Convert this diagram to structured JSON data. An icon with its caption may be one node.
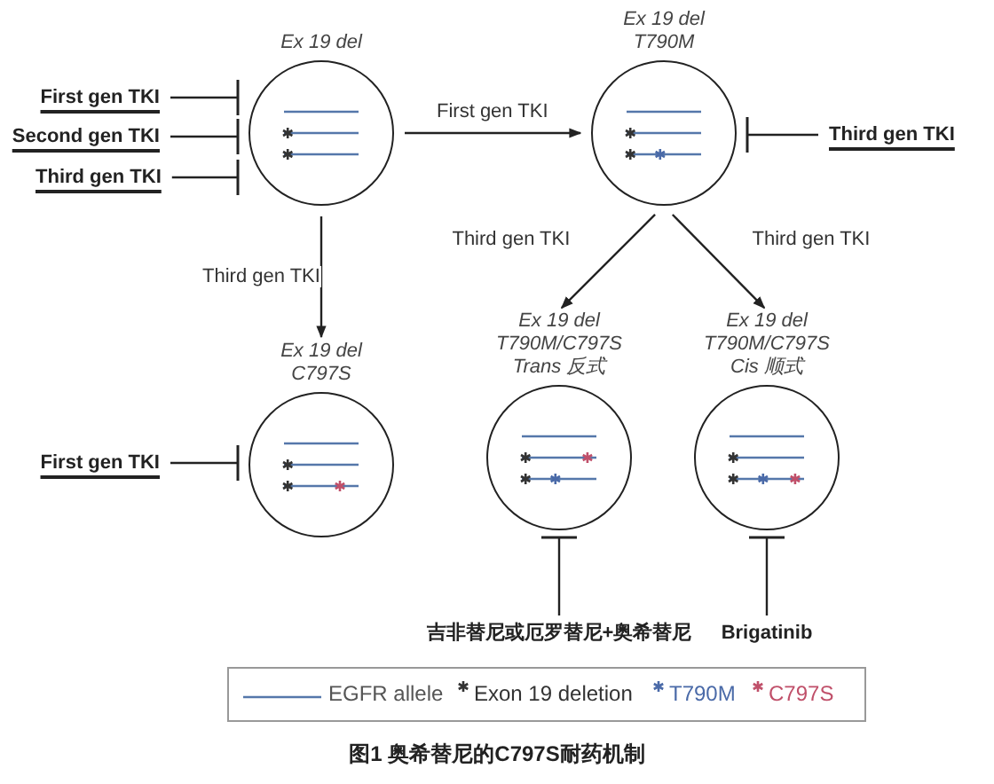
{
  "diagram": {
    "caption": "图1 奥希替尼的C797S耐药机制",
    "nodes": [
      {
        "text": [
          "Ex 19 del"
        ]
      },
      {
        "text": [
          "Ex 19 del T790M"
        ]
      },
      {
        "text": [
          "Ex 19 del C797S"
        ]
      },
      {
        "text": [
          "Ex 19 del T790M/C797S Trans 反式"
        ]
      },
      {
        "text": [
          "Ex 19 del T790M/C797S Cis 顺式"
        ]
      },
      {
        "text": [
          "First gen TKI"
        ]
      },
      {
        "text": [
          "Second gen TKI"
        ]
      },
      {
        "text": [
          "Third gen TKI"
        ]
      },
      {
        "text": [
          "Third gen TKI"
        ]
      },
      {
        "text": [
          "First gen TKI"
        ]
      },
      {
        "text": [
          "吉非替尼或厄罗替尼+奥希替尼"
        ]
      },
      {
        "text": [
          "Brigatinib"
        ]
      }
    ],
    "edges": [
      {
        "from": 0,
        "to": 1,
        "arrow": "to",
        "label": "First gen TKI"
      },
      {
        "from": 0,
        "to": 2,
        "arrow": "to",
        "label": "Third gen TKI"
      },
      {
        "from": 1,
        "to": 3,
        "arrow": "to",
        "label": "Third gen TKI"
      },
      {
        "from": 1,
        "to": 4,
        "arrow": "to",
        "label": "Third gen TKI"
      },
      {
        "from": 5,
        "to": 0,
        "arrow": "other"
      },
      {
        "from": 6,
        "to": 0,
        "arrow": "other"
      },
      {
        "from": 7,
        "to": 0,
        "arrow": "other"
      },
      {
        "from": 8,
        "to": 1,
        "arrow": "other"
      },
      {
        "from": 9,
        "to": 2,
        "arrow": "other"
      },
      {
        "from": 10,
        "to": 3,
        "arrow": "other"
      },
      {
        "from": 11,
        "to": 4,
        "arrow": "other"
      }
    ],
    "legend": [
      {
        "text": "EGFR allele"
      },
      {
        "text": "Exon 19 deletion",
        "color": "#333333"
      },
      {
        "text": "T790M",
        "color": "#4a6aa8"
      },
      {
        "text": "C797S",
        "color": "#c0506a"
      }
    ]
  }
}
